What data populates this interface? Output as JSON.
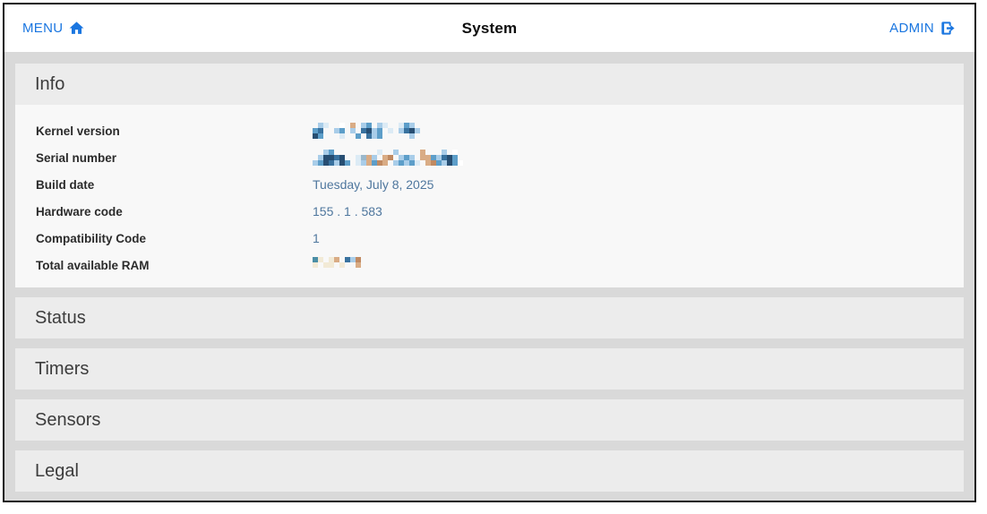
{
  "topbar": {
    "menu_label": "MENU",
    "title": "System",
    "admin_label": "ADMIN",
    "icons": {
      "menu": "home-icon",
      "admin": "logout-icon"
    }
  },
  "colors": {
    "link_blue": "#1a76e0",
    "value_text": "#4f779e",
    "label_text": "#2b2b2b",
    "section_header_bg": "#ececec",
    "panel_body_bg": "#f8f8f8",
    "page_bg": "#d9d9d9",
    "window_border": "#151515"
  },
  "sections": [
    {
      "label": "Info",
      "expanded": true
    },
    {
      "label": "Status",
      "expanded": false
    },
    {
      "label": "Timers",
      "expanded": false
    },
    {
      "label": "Sensors",
      "expanded": false
    },
    {
      "label": "Legal",
      "expanded": false
    }
  ],
  "info_rows": [
    {
      "label": "Kernel version",
      "redacted": true
    },
    {
      "label": "Serial number",
      "redacted": true
    },
    {
      "label": "Build date",
      "value": "Tuesday, July 8, 2025"
    },
    {
      "label": "Hardware code",
      "value": "155 . 1 . 583"
    },
    {
      "label": "Compatibility Code",
      "value": "1"
    },
    {
      "label": "Total available RAM",
      "redacted": true
    }
  ],
  "redaction_palette": {
    "w": "#ffffff",
    "s": "#dcebf5",
    "c": "#a9cde9",
    "b": "#5d9ec9",
    "B": "#39729f",
    "n": "#274e72",
    "t": "#d9ac85",
    "T": "#c08a62",
    "e": "#f2ead6",
    "g": "#9ab8cc",
    "q": "#4a8ea6"
  },
  "redactions": {
    "kernel": {
      "cell": 6,
      "rows": [
        "_cs__w_t_cb_cs__sbc_",
        "bB__cb_c_Bncb_s_cBnc",
        "nb___s__b_Bcb_____c_"
      ]
    },
    "serial": {
      "cell": 6,
      "rows": [
        "__cb________s__c____t___c_w_",
        "_cnnBn__sgtc_tT_cbc_ttbcBnb_",
        "cbnBcnb_sctbTt_cbcbs_tTbcnbw"
      ]
    },
    "ram": {
      "cell": 6,
      "rows": [
        "qe_et_BcT__",
        "e_ee_e__t__",
        "___________"
      ]
    }
  }
}
